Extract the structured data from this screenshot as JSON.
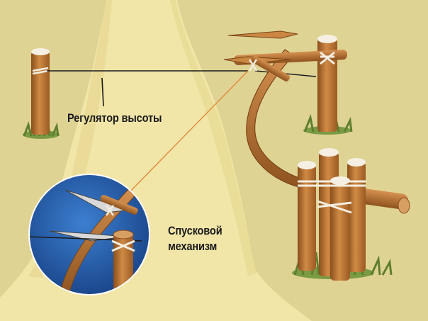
{
  "labels": {
    "height_regulator": "Регулятор высоты",
    "trigger_line1": "Спусковой",
    "trigger_line2": "механизм"
  },
  "colors": {
    "background": "#dfd394",
    "ground_sand": "#f1e6a8",
    "wood": "#c47a34",
    "wood_dark": "#8a4f1c",
    "rope": "#f3eee0",
    "grass": "#6f8b3b",
    "inset_blue": "#1f5aa8",
    "leader_line": "#e08a3c"
  },
  "icons": [
    "wooden-stake-icon",
    "bent-sapling-icon",
    "grass-tuft-icon",
    "spear-icon",
    "rope-binding-icon",
    "magnifier-inset-icon"
  ]
}
